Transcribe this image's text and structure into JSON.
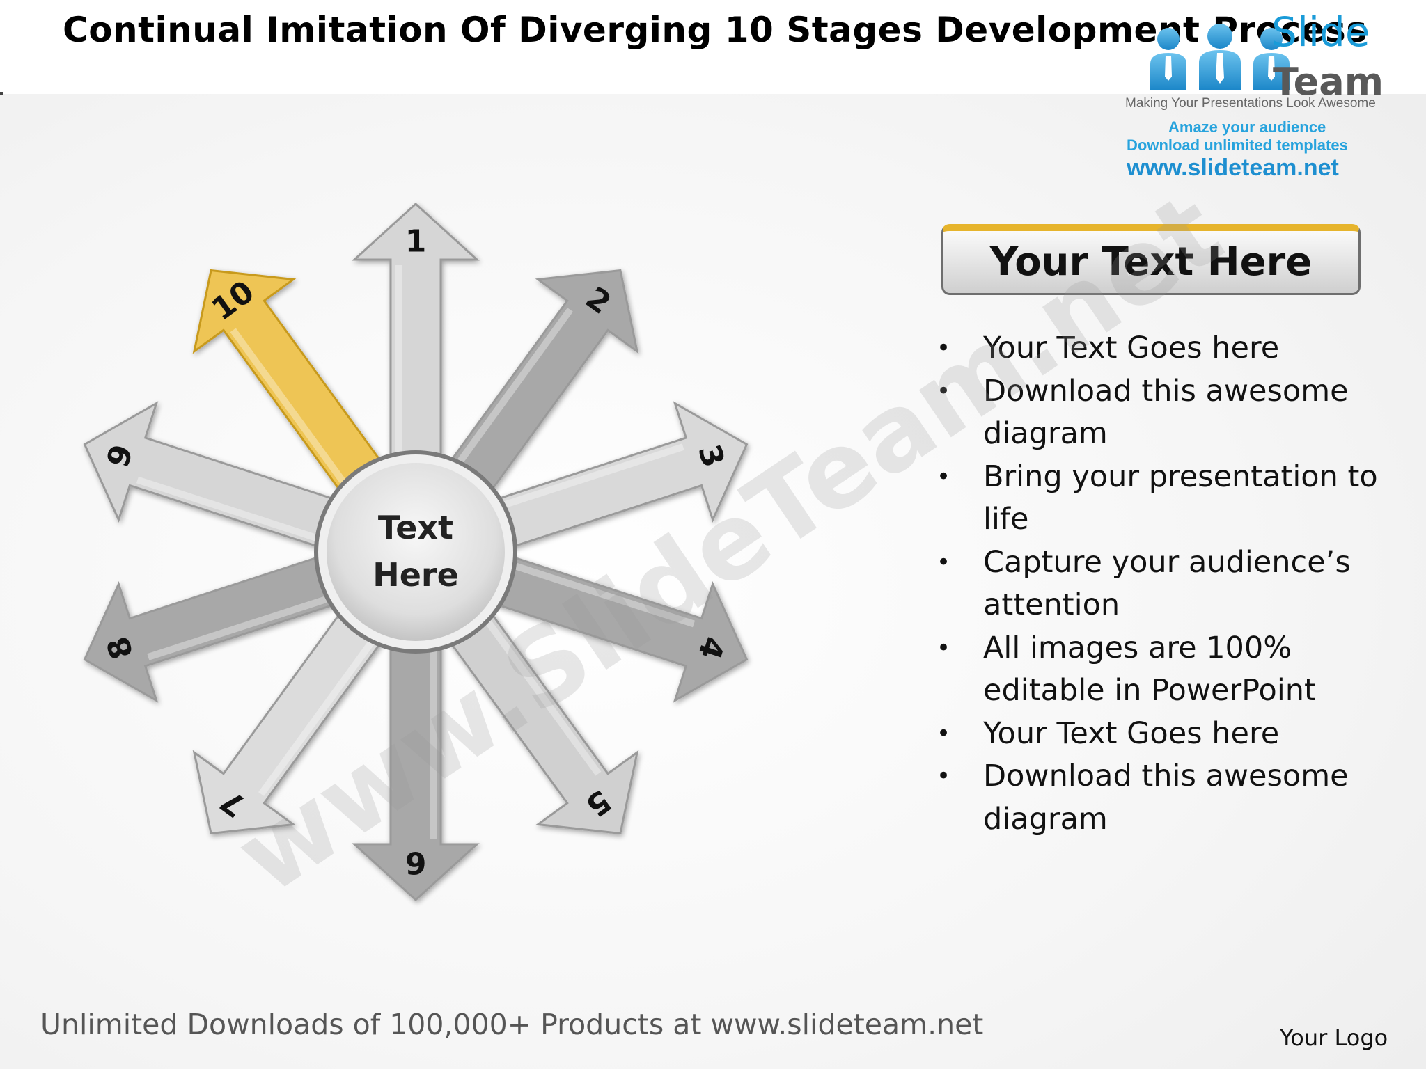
{
  "title": "Continual Imitation Of Diverging 10 Stages Development Process",
  "logo": {
    "brand_word_1": "Slide",
    "brand_word_2": "Team",
    "tagline": "Making Your Presentations Look Awesome",
    "promo_line_1": "Amaze your audience",
    "promo_line_2": "Download unlimited templates",
    "url": "www.slideteam.net"
  },
  "diagram": {
    "center_text_line1": "Text",
    "center_text_line2": "Here",
    "stages": [
      {
        "label": "1",
        "color": "#d6d6d6"
      },
      {
        "label": "2",
        "color": "#a8a8a8"
      },
      {
        "label": "3",
        "color": "#d9d9d9"
      },
      {
        "label": "4",
        "color": "#a8a8a8"
      },
      {
        "label": "5",
        "color": "#d0d0d0"
      },
      {
        "label": "6",
        "color": "#a8a8a8"
      },
      {
        "label": "7",
        "color": "#dcdcdc"
      },
      {
        "label": "8",
        "color": "#a8a8a8"
      },
      {
        "label": "9",
        "color": "#d6d6d6"
      },
      {
        "label": "10",
        "color": "#eec554",
        "highlighted": true
      }
    ]
  },
  "panel": {
    "header": "Your Text Here",
    "bullets": [
      "Your Text Goes here",
      "Download this awesome diagram",
      "Bring your presentation to life",
      "Capture your audience’s attention",
      "All images are 100% editable in PowerPoint",
      "Your Text Goes here",
      "Download this awesome diagram"
    ]
  },
  "watermark": "www.SlideTeam.net",
  "footer": "Unlimited Downloads of 100,000+ Products at www.slideteam.net",
  "your_logo": "Your Logo"
}
